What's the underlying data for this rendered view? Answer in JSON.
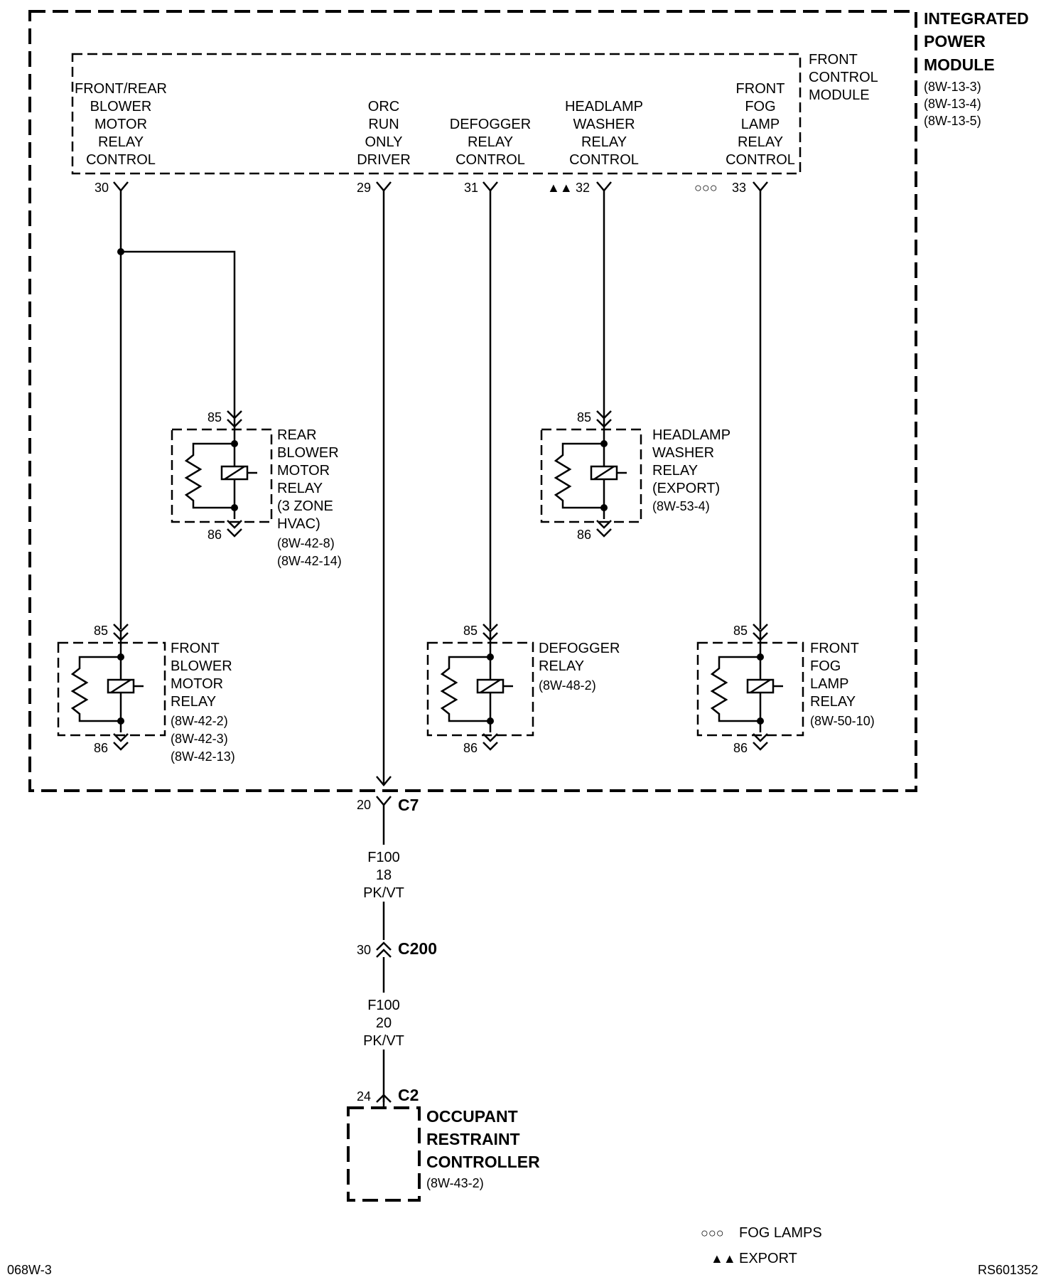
{
  "ipm": {
    "title_lines": [
      "INTEGRATED",
      "POWER",
      "MODULE"
    ],
    "refs": [
      "(8W-13-3)",
      "(8W-13-4)",
      "(8W-13-5)"
    ]
  },
  "fcm": {
    "title_lines": [
      "FRONT",
      "CONTROL",
      "MODULE"
    ],
    "outputs": [
      {
        "pin": "30",
        "lines": [
          "FRONT/REAR",
          "BLOWER",
          "MOTOR",
          "RELAY",
          "CONTROL"
        ]
      },
      {
        "pin": "29",
        "lines": [
          "ORC",
          "RUN",
          "ONLY",
          "DRIVER"
        ]
      },
      {
        "pin": "31",
        "lines": [
          "DEFOGGER",
          "RELAY",
          "CONTROL"
        ]
      },
      {
        "pin": "32",
        "lines": [
          "HEADLAMP",
          "WASHER",
          "RELAY",
          "CONTROL"
        ],
        "marker": "▲▲"
      },
      {
        "pin": "33",
        "lines": [
          "FRONT",
          "FOG",
          "LAMP",
          "RELAY",
          "CONTROL"
        ],
        "marker": "○○○"
      }
    ]
  },
  "relays": [
    {
      "id": "rear-blower-motor-relay",
      "pin_top": "85",
      "pin_bottom": "86",
      "lines": [
        "REAR",
        "BLOWER",
        "MOTOR",
        "RELAY",
        "(3 ZONE",
        "HVAC)",
        "(8W-42-8)",
        "(8W-42-14)"
      ]
    },
    {
      "id": "headlamp-washer-relay",
      "pin_top": "85",
      "pin_bottom": "86",
      "lines": [
        "HEADLAMP",
        "WASHER",
        "RELAY",
        "(EXPORT)",
        "(8W-53-4)"
      ]
    },
    {
      "id": "front-blower-motor-relay",
      "pin_top": "85",
      "pin_bottom": "86",
      "lines": [
        "FRONT",
        "BLOWER",
        "MOTOR",
        "RELAY",
        "(8W-42-2)",
        "(8W-42-3)",
        "(8W-42-13)"
      ]
    },
    {
      "id": "defogger-relay",
      "pin_top": "85",
      "pin_bottom": "86",
      "lines": [
        "DEFOGGER",
        "RELAY",
        "(8W-48-2)"
      ]
    },
    {
      "id": "front-fog-lamp-relay",
      "pin_top": "85",
      "pin_bottom": "86",
      "lines": [
        "FRONT",
        "FOG",
        "LAMP",
        "RELAY",
        "(8W-50-10)"
      ]
    }
  ],
  "connectors": {
    "c7": {
      "pin": "20",
      "name": "C7"
    },
    "c200": {
      "pin": "30",
      "name": "C200"
    },
    "c2": {
      "pin": "24",
      "name": "C2"
    }
  },
  "wires": [
    {
      "lines": [
        "F100",
        "18",
        "PK/VT"
      ]
    },
    {
      "lines": [
        "F100",
        "20",
        "PK/VT"
      ]
    }
  ],
  "orc": {
    "title_lines": [
      "OCCUPANT",
      "RESTRAINT",
      "CONTROLLER"
    ],
    "ref": "(8W-43-2)"
  },
  "legend": [
    {
      "symbol": "○○○",
      "label": "FOG LAMPS"
    },
    {
      "symbol": "▲▲",
      "label": "EXPORT"
    }
  ],
  "footer": {
    "left": "068W-3",
    "right": "RS601352"
  }
}
